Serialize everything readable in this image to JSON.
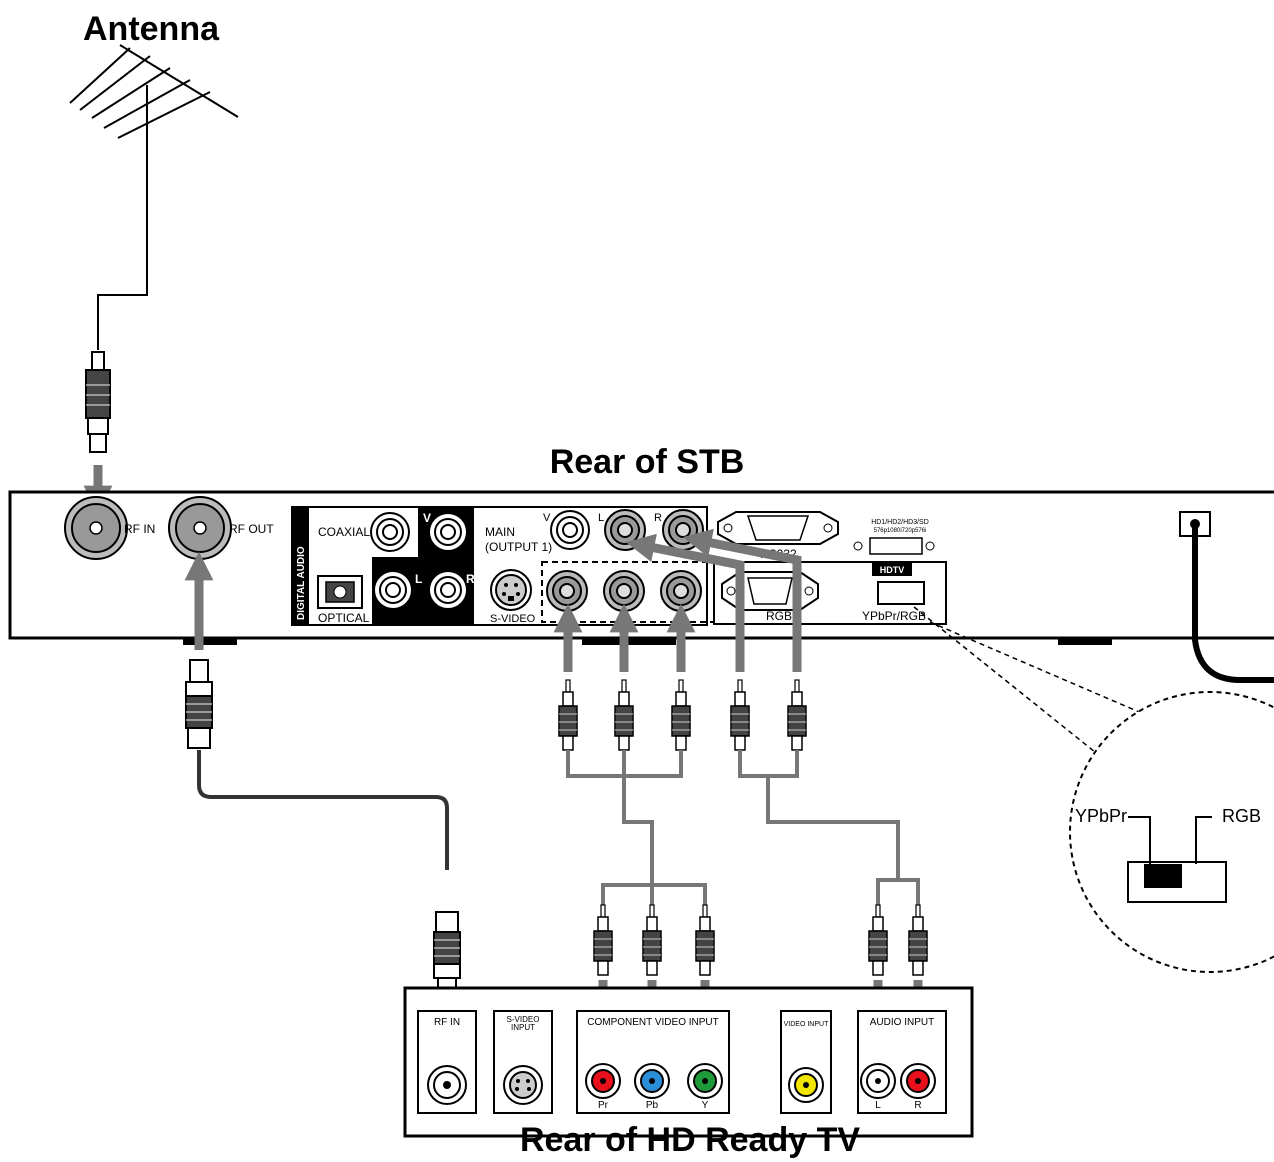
{
  "titles": {
    "antenna": "Antenna",
    "stb": "Rear of STB",
    "tv": "Rear of HD Ready TV"
  },
  "stb_labels": {
    "rf_in": "RF IN",
    "rf_out": "RF OUT",
    "digital_audio": "DIGITAL AUDIO",
    "coaxial": "COAXIAL",
    "optical": "OPTICAL",
    "v": "V",
    "l": "L",
    "r": "R",
    "main_line1": "MAIN",
    "main_line2": "(OUTPUT 1)",
    "s_video": "S-VIDEO",
    "v2": "V",
    "l2": "L",
    "r2": "R",
    "rs232": "RS232",
    "rgb": "RGB",
    "hd_modes_line1": "HD1/HD2/HD3/SD",
    "hd_modes_line2": "576p1080i720p576i",
    "hdtv": "HDTV",
    "ypbpr_rgb": "YPbPr/RGB"
  },
  "switch_detail": {
    "ypbpr": "YPbPr",
    "rgb": "RGB"
  },
  "tv_labels": {
    "rf_in": "RF IN",
    "s_video_input_line1": "S-VIDEO",
    "s_video_input_line2": "INPUT",
    "component_video_input": "COMPONENT VIDEO INPUT",
    "pr": "Pr",
    "pb": "Pb",
    "y": "Y",
    "video_input": "VIDEO INPUT",
    "audio_input": "AUDIO INPUT",
    "l": "L",
    "r": "R"
  },
  "colors": {
    "cable_gray": "#777777",
    "jack_red": "#e8101a",
    "jack_blue": "#2a8fd8",
    "jack_green": "#1f9a3a",
    "jack_yellow": "#f2e600",
    "jack_white": "#ffffff"
  }
}
